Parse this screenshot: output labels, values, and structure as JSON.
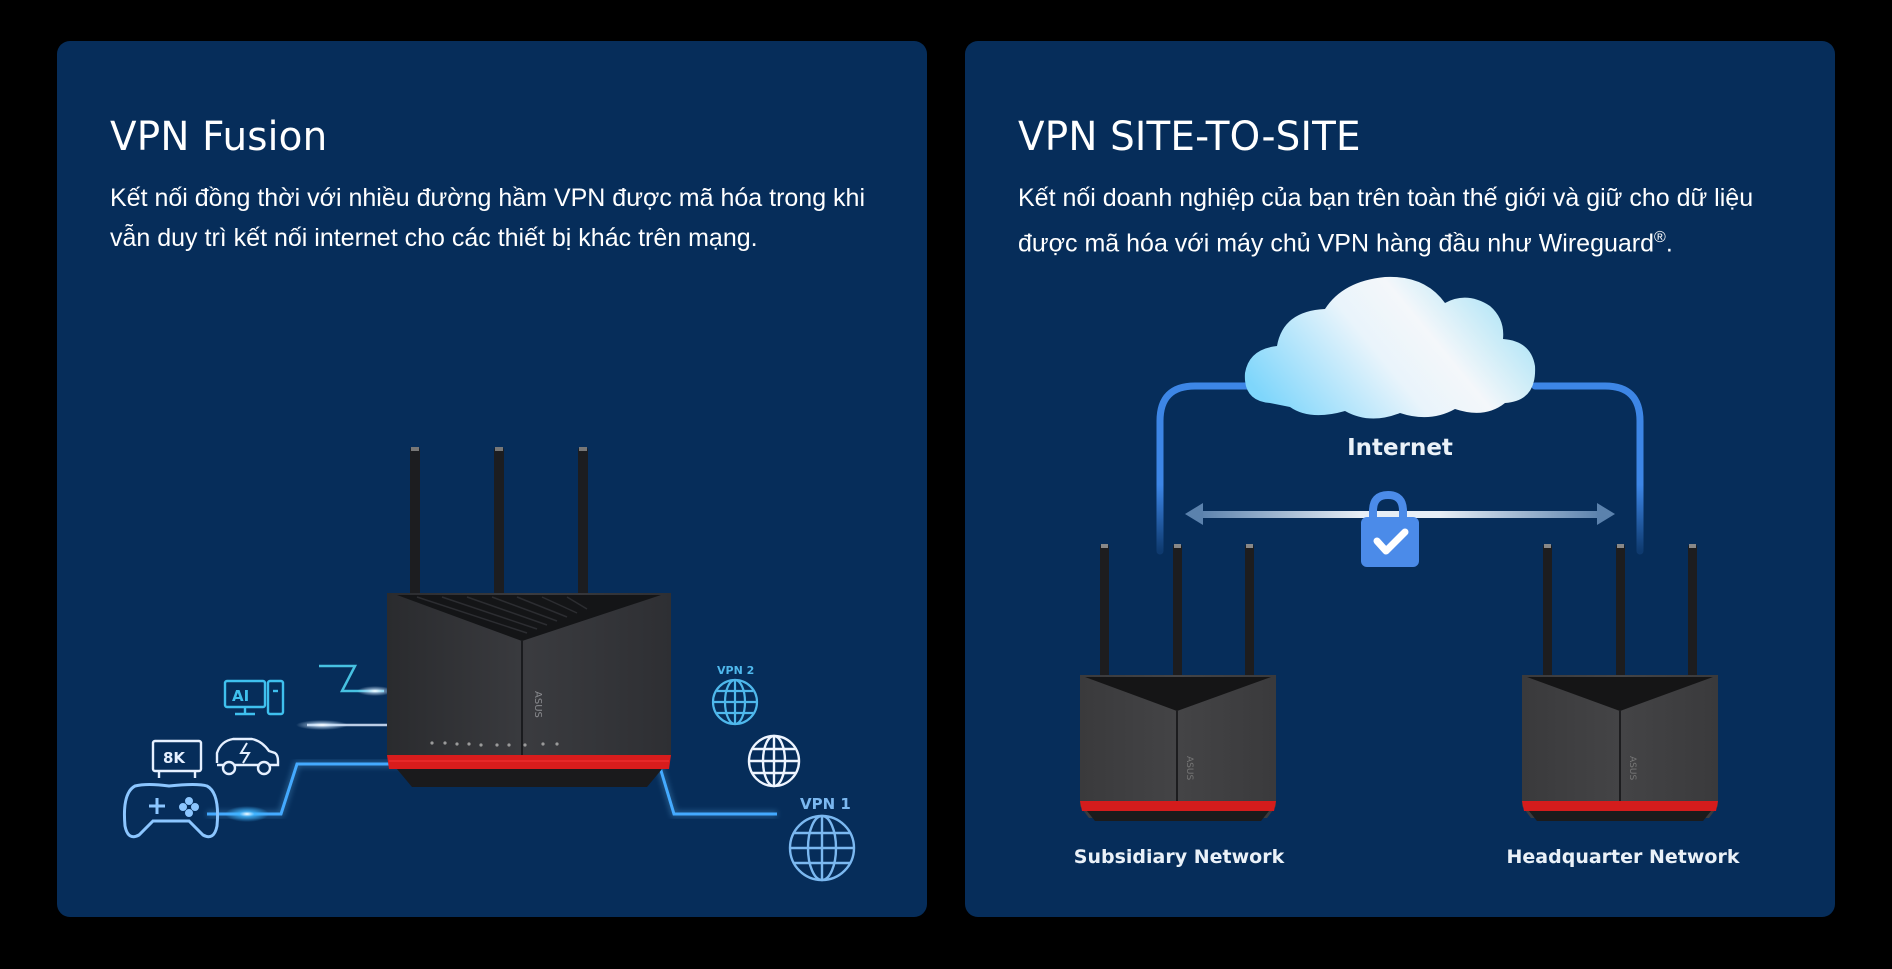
{
  "cards": [
    {
      "title": "VPN Fusion",
      "description": "Kết nối đồng thời với nhiều đường hầm VPN được mã hóa trong khi vẫn duy trì kết nối internet cho các thiết bị khác trên mạng.",
      "illustration": {
        "device_icons": [
          {
            "name": "ai-pc-icon",
            "label": "AI"
          },
          {
            "name": "tv-8k-icon",
            "label": "8K"
          },
          {
            "name": "electric-car-icon",
            "label": ""
          },
          {
            "name": "gamepad-icon",
            "label": ""
          }
        ],
        "globe_labels": {
          "vpn2": "VPN 2",
          "vpn1": "VPN 1"
        },
        "router_brand": "ASUS"
      }
    },
    {
      "title": "VPN SITE-TO-SITE",
      "description_main": "Kết nối doanh nghiệp của bạn trên toàn thế giới và giữ cho dữ liệu được mã hóa với máy chủ VPN hàng đầu như Wireguard",
      "description_sup": "®",
      "description_end": ".",
      "illustration": {
        "cloud_label": "Internet",
        "left_network_label": "Subsidiary Network",
        "right_network_label": "Headquarter Network",
        "router_brand": "ASUS"
      }
    }
  ],
  "colors": {
    "page_bg": "#000000",
    "card_bg": "#062d5a",
    "accent_blue": "#3d86e6",
    "cyan_glow": "#4fd1f0",
    "router_red": "#e02020"
  }
}
